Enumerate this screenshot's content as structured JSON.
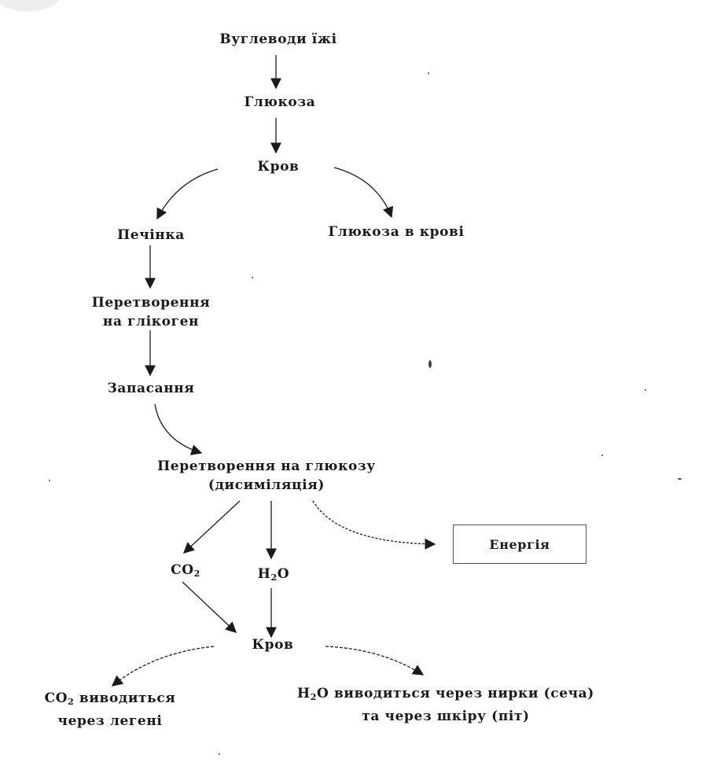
{
  "nodes": {
    "food_carbs": "Вуглеводи їжі",
    "glucose": "Глюкоза",
    "blood_top": "Кров",
    "liver": "Печінка",
    "blood_glucose": "Глюкоза в крові",
    "glycogen_1": "Перетворення",
    "glycogen_2": "на глікоген",
    "storage": "Запасання",
    "to_glucose_1": "Перетворення на глюкозу",
    "to_glucose_2": "(дисиміляція)",
    "energy": "Енергія",
    "co2_prefix": "CO",
    "co2_sub": "2",
    "h2o_prefix": "H",
    "h2o_sub": "2",
    "h2o_suffix": "O",
    "blood_bottom": "Кров",
    "co2_exit_prefix": "CO",
    "co2_exit_sub": "2",
    "co2_exit_line1_rest": " виводиться",
    "co2_exit_line2": "через легені",
    "h2o_exit_prefix": "H",
    "h2o_exit_sub": "2",
    "h2o_exit_line1_rest": "O виводиться через нирки (сеча)",
    "h2o_exit_line2": "та через шкіру (піт)"
  },
  "colors": {
    "ink": "#1a1a1a",
    "box_border": "#555555"
  }
}
